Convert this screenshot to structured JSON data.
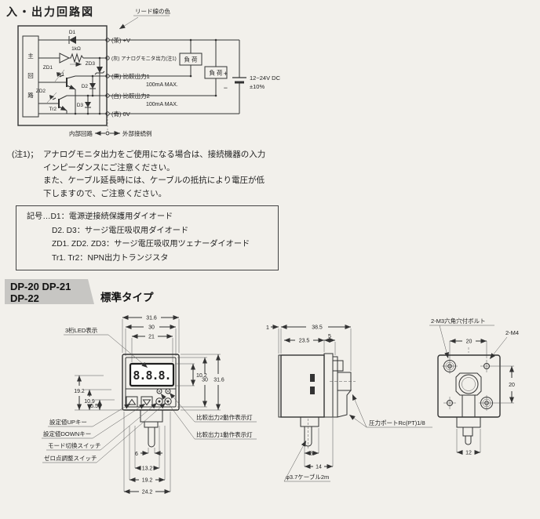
{
  "page": {
    "title": "入・出力回路図"
  },
  "circuit": {
    "lead_color_note": "リード線の色",
    "main_box": "主回路",
    "internal_label": "内部回路",
    "external_label": "外部接続例",
    "components": {
      "d1": "D1",
      "r1": "1kΩ",
      "zd1": "ZD1",
      "zd2": "ZD2",
      "zd3": "ZD3",
      "tr1": "Tr1",
      "tr2": "Tr2",
      "d2": "D2",
      "d3": "D3"
    },
    "terminals": [
      {
        "label": "(茶) +V"
      },
      {
        "label": "(灰) アナログモニタ出力(注1)"
      },
      {
        "label": "(黒) 比較出力1"
      },
      {
        "label": "(白) 比較出力2"
      },
      {
        "label": "(青) 0V"
      }
    ],
    "max_current_1": "100mA MAX.",
    "max_current_2": "100mA MAX.",
    "load_1": "負 荷",
    "load_2": "負 荷",
    "plus": "+",
    "minus": "−",
    "supply_line1": "12~24V DC",
    "supply_line2": "±10%"
  },
  "note": {
    "prefix": "(注1)；",
    "lines": [
      "アナログモニタ出力をご使用になる場合は、接続機器の入力",
      "インピーダンスにご注意ください。",
      "また、ケーブル延長時には、ケーブルの抵抗により電圧が低",
      "下しますので、ご注意ください。"
    ]
  },
  "legend": {
    "lines": [
      "記号…D1：電源逆接続保護用ダイオード",
      "D2. D3：サージ電圧吸収用ダイオード",
      "ZD1. ZD2. ZD3：サージ電圧吸収用ツェナーダイオード",
      "Tr1. Tr2：NPN出力トランジスタ"
    ]
  },
  "section": {
    "models_line1": "DP-20 DP-21",
    "models_line2": "DP-22",
    "type_label": "標準タイプ"
  },
  "front_view": {
    "label_led": "3桁LED表示",
    "display": "8.8.8.",
    "dim_top": [
      "31.6",
      "30",
      "21"
    ],
    "dim_right": [
      "10.2",
      "30",
      "31.6"
    ],
    "dim_left": [
      "19.2",
      "10.9",
      "5.5"
    ],
    "dim_bottom": [
      "6",
      "13.2",
      "19.2",
      "24.2"
    ],
    "label_up_key": "設定値UPキー",
    "label_down_key": "設定値DOWNキー",
    "label_mode_switch": "モード切換スイッチ",
    "label_zero_switch": "ゼロ点調整スイッチ",
    "label_out2_led": "比較出力2動作表示灯",
    "label_out1_led": "比較出力1動作表示灯"
  },
  "side_view": {
    "dims": [
      "1",
      "38.5",
      "23.5",
      "5",
      "8",
      "14"
    ],
    "label_port": "圧力ポートRc(PT)1/8",
    "label_cable": "φ3.7ケーブル2m"
  },
  "rear_view": {
    "label_bolt": "2-M3六角穴付ボルト",
    "label_m4": "2-M4",
    "dim_top": "20",
    "dim_right": "20",
    "dim_bottom": "12"
  }
}
